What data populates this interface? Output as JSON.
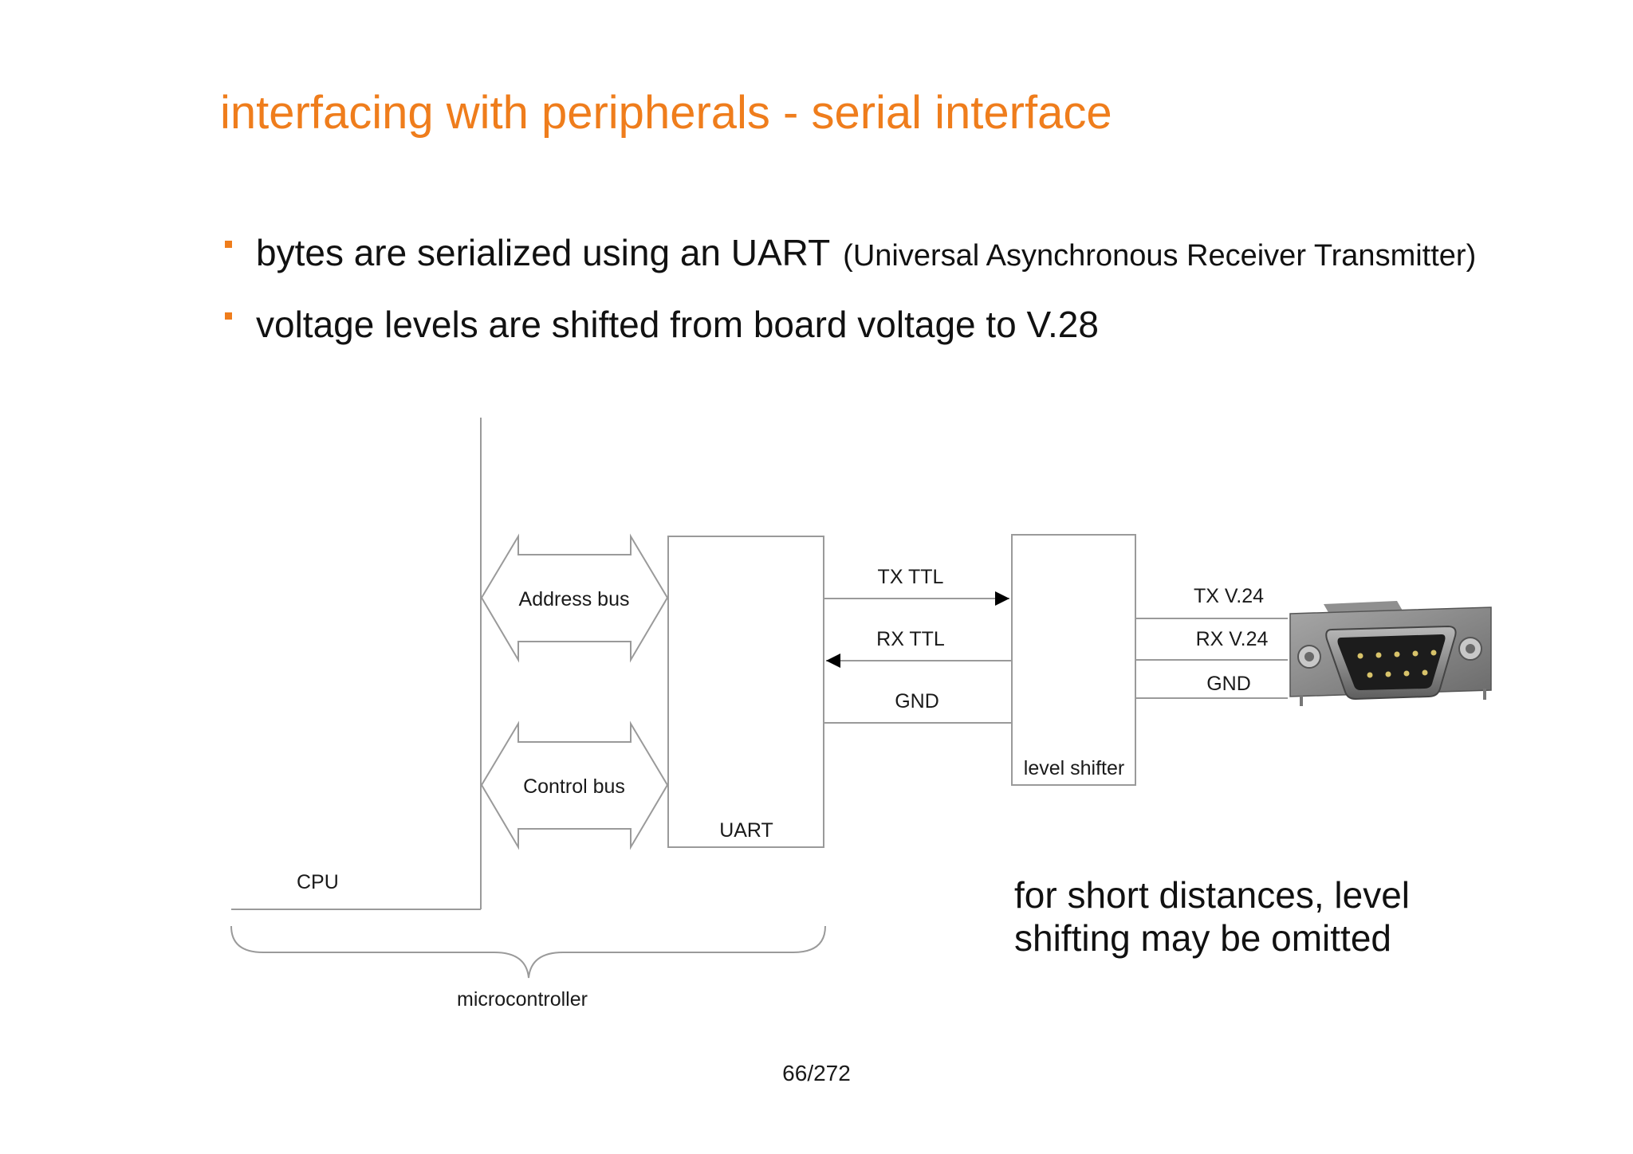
{
  "slide": {
    "title": "interfacing with peripherals - serial interface",
    "bullets": [
      {
        "main": "bytes are serialized using an UART",
        "aside": "(Universal Asynchronous Receiver Transmitter)"
      },
      {
        "main": "voltage levels are shifted from board voltage to V.28",
        "aside": ""
      }
    ],
    "note": "for short distances, level shifting may be omitted",
    "page": "66/272"
  },
  "diagram": {
    "address_bus": "Address bus",
    "control_bus": "Control bus",
    "uart": "UART",
    "level_shifter": "level shifter",
    "cpu": "CPU",
    "microcontroller": "microcontroller",
    "tx_ttl": "TX TTL",
    "rx_ttl": "RX TTL",
    "gnd_ttl": "GND",
    "tx_v24": "TX V.24",
    "rx_v24": "RX V.24",
    "gnd_v24": "GND",
    "connector_icon": "db9-connector-icon"
  },
  "colors": {
    "accent": "#ef7d1c",
    "line": "#9a9a9a"
  }
}
